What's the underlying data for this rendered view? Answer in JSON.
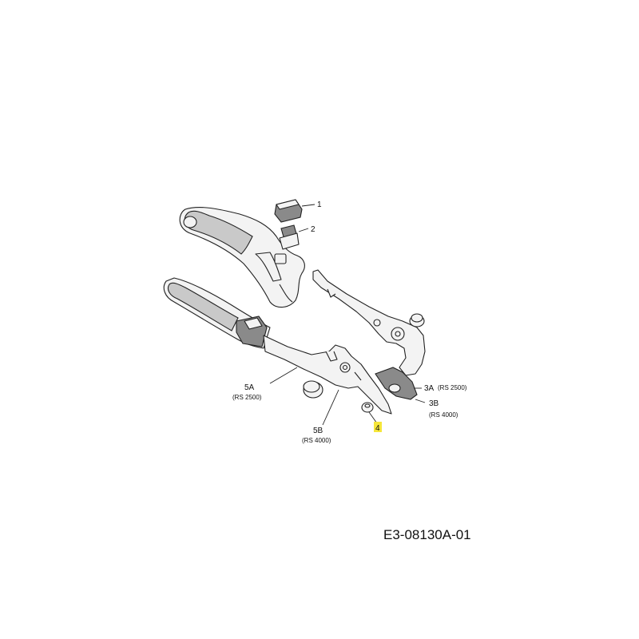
{
  "diagram": {
    "drawing_code": "E3-08130A-01",
    "callouts": {
      "c1": {
        "id": "1"
      },
      "c2": {
        "id": "2"
      },
      "c3a": {
        "id": "3A",
        "variant": "(RS 2500)"
      },
      "c3b": {
        "id": "3B",
        "variant": "(RS 4000)"
      },
      "c4": {
        "id": "4",
        "highlight": "#f5e63a"
      },
      "c5a": {
        "id": "5A",
        "variant": "(RS 2500)"
      },
      "c5b": {
        "id": "5B",
        "variant": "(RS 4000)"
      }
    }
  }
}
